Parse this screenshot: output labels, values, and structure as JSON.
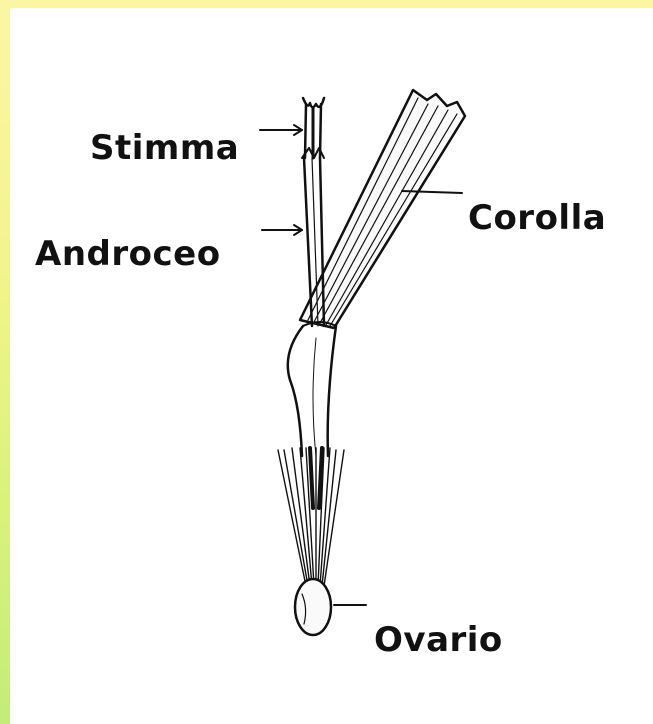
{
  "labels": {
    "stimma": "Stimma",
    "androceo": "Androceo",
    "corolla": "Corolla",
    "ovario": "Ovario"
  },
  "colors": {
    "background_top": "#fbf6a4",
    "background_bottom": "#c3ec7a",
    "panel": "#ffffff",
    "ink": "#111111"
  }
}
